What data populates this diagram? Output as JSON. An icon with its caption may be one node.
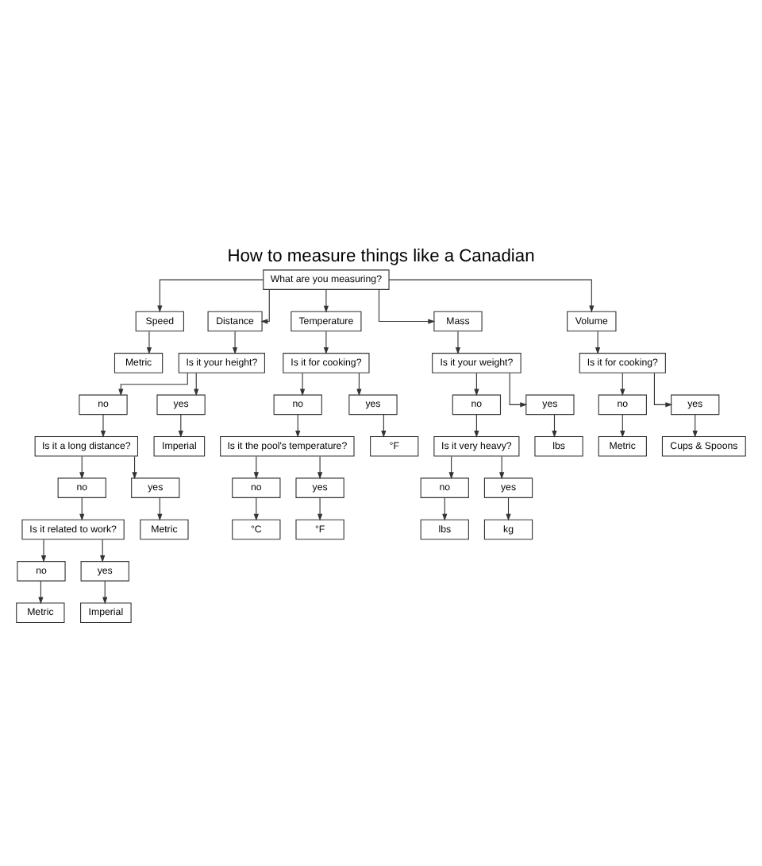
{
  "diagram": {
    "title": "How to measure things like a Canadian",
    "nodes": [
      {
        "text": [
          "What are you measuring?"
        ]
      },
      {
        "text": [
          "Speed"
        ]
      },
      {
        "text": [
          "Distance"
        ]
      },
      {
        "text": [
          "Temperature"
        ]
      },
      {
        "text": [
          "Mass"
        ]
      },
      {
        "text": [
          "Volume"
        ]
      },
      {
        "text": [
          "Metric"
        ]
      },
      {
        "text": [
          "Is it your height?"
        ]
      },
      {
        "text": [
          "Is it for cooking?"
        ]
      },
      {
        "text": [
          "Is it your weight?"
        ]
      },
      {
        "text": [
          "Is it for cooking?"
        ]
      },
      {
        "text": [
          "no"
        ]
      },
      {
        "text": [
          "yes"
        ]
      },
      {
        "text": [
          "no"
        ]
      },
      {
        "text": [
          "yes"
        ]
      },
      {
        "text": [
          "no"
        ]
      },
      {
        "text": [
          "yes"
        ]
      },
      {
        "text": [
          "no"
        ]
      },
      {
        "text": [
          "yes"
        ]
      },
      {
        "text": [
          "Imperial"
        ]
      },
      {
        "text": [
          "°F"
        ]
      },
      {
        "text": [
          "lbs"
        ]
      },
      {
        "text": [
          "Metric"
        ]
      },
      {
        "text": [
          "Cups & Spoons"
        ]
      },
      {
        "text": [
          "Is it a long distance?"
        ]
      },
      {
        "text": [
          "Is it the pool's temperature?"
        ]
      },
      {
        "text": [
          "Is it very heavy?"
        ]
      },
      {
        "text": [
          "no"
        ]
      },
      {
        "text": [
          "yes"
        ]
      },
      {
        "text": [
          "no"
        ]
      },
      {
        "text": [
          "yes"
        ]
      },
      {
        "text": [
          "no"
        ]
      },
      {
        "text": [
          "yes"
        ]
      },
      {
        "text": [
          "Is it related to work?"
        ]
      },
      {
        "text": [
          "Metric"
        ]
      },
      {
        "text": [
          "°C"
        ]
      },
      {
        "text": [
          "°F"
        ]
      },
      {
        "text": [
          "lbs"
        ]
      },
      {
        "text": [
          "kg"
        ]
      },
      {
        "text": [
          "no"
        ]
      },
      {
        "text": [
          "yes"
        ]
      },
      {
        "text": [
          "Metric"
        ]
      },
      {
        "text": [
          "Imperial"
        ]
      }
    ],
    "edges": [
      {
        "from": 0,
        "to": 1,
        "arrow": "to"
      },
      {
        "from": 0,
        "to": 2,
        "arrow": "to"
      },
      {
        "from": 0,
        "to": 3,
        "arrow": "to"
      },
      {
        "from": 0,
        "to": 4,
        "arrow": "to"
      },
      {
        "from": 0,
        "to": 5,
        "arrow": "to"
      },
      {
        "from": 1,
        "to": 6,
        "arrow": "to"
      },
      {
        "from": 2,
        "to": 7,
        "arrow": "to"
      },
      {
        "from": 3,
        "to": 8,
        "arrow": "to"
      },
      {
        "from": 4,
        "to": 9,
        "arrow": "to"
      },
      {
        "from": 5,
        "to": 10,
        "arrow": "to"
      },
      {
        "from": 7,
        "to": 11,
        "arrow": "to"
      },
      {
        "from": 7,
        "to": 12,
        "arrow": "to"
      },
      {
        "from": 8,
        "to": 13,
        "arrow": "to"
      },
      {
        "from": 8,
        "to": 14,
        "arrow": "to"
      },
      {
        "from": 9,
        "to": 15,
        "arrow": "to"
      },
      {
        "from": 9,
        "to": 16,
        "arrow": "to"
      },
      {
        "from": 10,
        "to": 17,
        "arrow": "to"
      },
      {
        "from": 10,
        "to": 18,
        "arrow": "to"
      },
      {
        "from": 12,
        "to": 19,
        "arrow": "to"
      },
      {
        "from": 14,
        "to": 20,
        "arrow": "to"
      },
      {
        "from": 16,
        "to": 21,
        "arrow": "to"
      },
      {
        "from": 17,
        "to": 22,
        "arrow": "to"
      },
      {
        "from": 18,
        "to": 23,
        "arrow": "to"
      },
      {
        "from": 11,
        "to": 24,
        "arrow": "to"
      },
      {
        "from": 13,
        "to": 25,
        "arrow": "to"
      },
      {
        "from": 15,
        "to": 26,
        "arrow": "to"
      },
      {
        "from": 24,
        "to": 27,
        "arrow": "to"
      },
      {
        "from": 24,
        "to": 28,
        "arrow": "to"
      },
      {
        "from": 25,
        "to": 29,
        "arrow": "to"
      },
      {
        "from": 25,
        "to": 30,
        "arrow": "to"
      },
      {
        "from": 26,
        "to": 31,
        "arrow": "to"
      },
      {
        "from": 26,
        "to": 32,
        "arrow": "to"
      },
      {
        "from": 27,
        "to": 33,
        "arrow": "to"
      },
      {
        "from": 28,
        "to": 34,
        "arrow": "to"
      },
      {
        "from": 29,
        "to": 35,
        "arrow": "to"
      },
      {
        "from": 30,
        "to": 36,
        "arrow": "to"
      },
      {
        "from": 31,
        "to": 37,
        "arrow": "to"
      },
      {
        "from": 32,
        "to": 38,
        "arrow": "to"
      },
      {
        "from": 33,
        "to": 39,
        "arrow": "to"
      },
      {
        "from": 33,
        "to": 40,
        "arrow": "to"
      },
      {
        "from": 39,
        "to": 41,
        "arrow": "to"
      },
      {
        "from": 40,
        "to": 42,
        "arrow": "to"
      }
    ]
  }
}
